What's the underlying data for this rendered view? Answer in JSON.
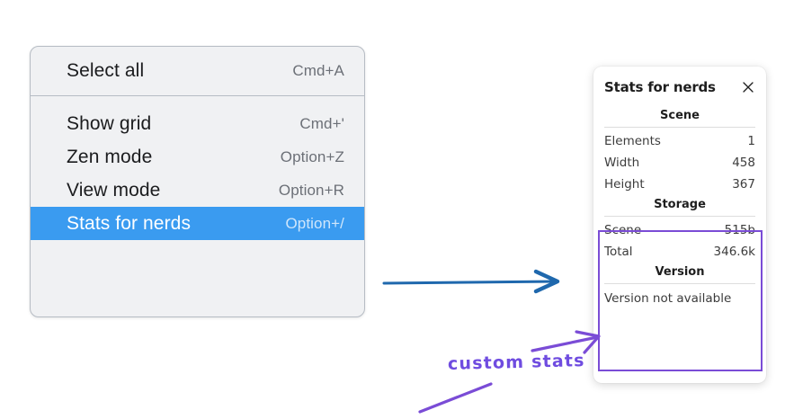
{
  "colors": {
    "menu_bg": "#f0f1f3",
    "menu_border": "#b6bcc4",
    "menu_highlight": "#3a9bf0",
    "label": "#1b1c1e",
    "shortcut": "#6c7077",
    "panel_bg": "#ffffff",
    "annotation_purple": "#6f4ce0",
    "highlight_box_purple": "#7a4cd6",
    "arrow_blue": "#1f68ad"
  },
  "context_menu": {
    "sections": [
      {
        "items": [
          {
            "label": "Select all",
            "shortcut": "Cmd+A",
            "highlighted": false
          }
        ]
      },
      {
        "items": [
          {
            "label": "Show grid",
            "shortcut": "Cmd+'",
            "highlighted": false
          },
          {
            "label": "Zen mode",
            "shortcut": "Option+Z",
            "highlighted": false
          },
          {
            "label": "View mode",
            "shortcut": "Option+R",
            "highlighted": false
          },
          {
            "label": "Stats for nerds",
            "shortcut": "Option+/",
            "highlighted": true
          }
        ]
      }
    ]
  },
  "stats_panel": {
    "title": "Stats for nerds",
    "close_icon": "close-icon",
    "sections": [
      {
        "heading": "Scene",
        "rows": [
          {
            "key": "Elements",
            "value": "1"
          },
          {
            "key": "Width",
            "value": "458"
          },
          {
            "key": "Height",
            "value": "367"
          }
        ]
      },
      {
        "heading": "Storage",
        "rows": [
          {
            "key": "Scene",
            "value": "515b"
          },
          {
            "key": "Total",
            "value": "346.6k"
          }
        ]
      },
      {
        "heading": "Version",
        "plain_rows": [
          "Version not available"
        ]
      }
    ]
  },
  "annotations": {
    "custom_stats_label": "custom stats",
    "blue_arrow_name": "blue-arrow-menu-to-panel",
    "purple_arrow_name": "purple-arrow-to-highlight"
  }
}
